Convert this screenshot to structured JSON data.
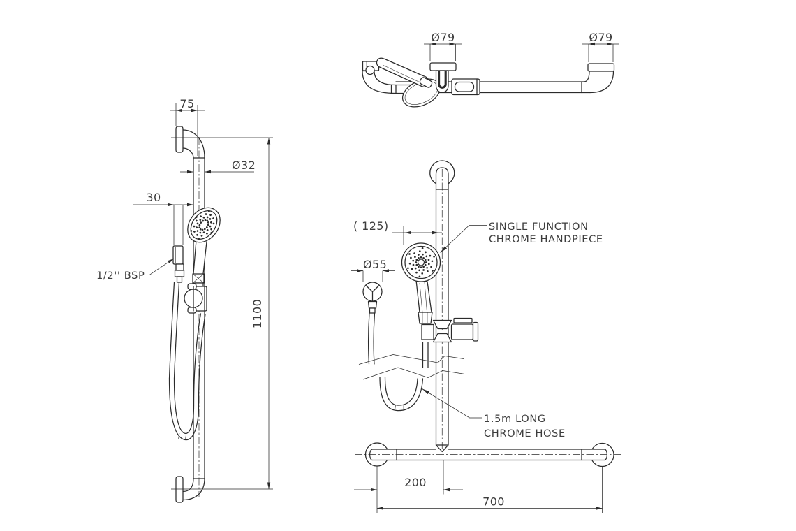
{
  "drawing": {
    "background": "#ffffff",
    "line_color": "#2b2b2b",
    "text_color": "#3d3d3d",
    "type": "shower-rail-installation-drawing",
    "dimensions": {
      "top_offset": "75",
      "rail_diameter": "Ø32",
      "outlet_offset": "30",
      "rail_length": "1100",
      "flange_plan_left": "Ø79",
      "flange_plan_right": "Ø79",
      "handpiece_offset": "( 125)",
      "connector_diameter": "Ø55",
      "tee_offset": "200",
      "grab_rail_length": "700"
    },
    "annotations": {
      "bsp": "1/2'' BSP",
      "handpiece_line1": "SINGLE FUNCTION",
      "handpiece_line2": "CHROME HANDPIECE",
      "hose_line1": "1.5m LONG",
      "hose_line2": "CHROME HOSE"
    }
  }
}
